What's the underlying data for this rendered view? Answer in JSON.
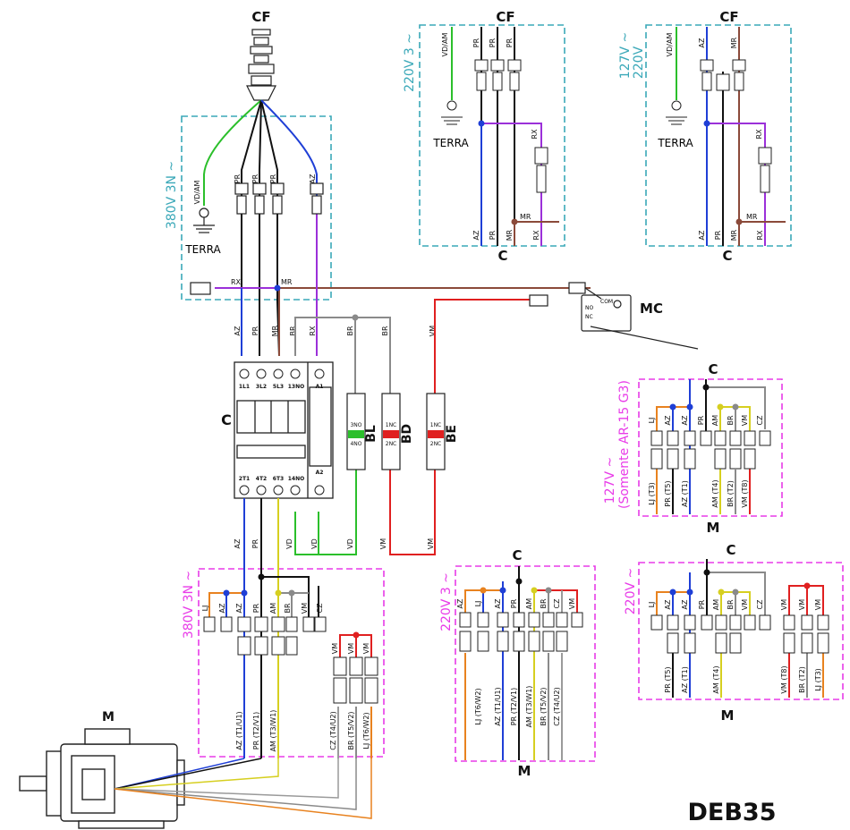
{
  "doc_title": "DEB35",
  "colors": {
    "az": "#1f3fd6",
    "pr": "#111111",
    "mr": "#8b4a3a",
    "rx": "#9b30d9",
    "vd_am": "#2bbf2b",
    "am": "#d6cf20",
    "br": "#8a8a8a",
    "vm": "#e02020",
    "lj": "#e8821f",
    "cz": "#9a9a9a",
    "box_cyan": "#3aa8b8",
    "box_magenta": "#e83be8"
  },
  "labels": {
    "cf": "CF",
    "c": "C",
    "m": "M",
    "mc": "MC",
    "bl": "BL",
    "bd": "BD",
    "be": "BE",
    "terra": "TERRA",
    "com": "COM",
    "no": "NO",
    "nc": "NC",
    "a1": "A1",
    "a2": "A2",
    "1l1": "1L1",
    "3l2": "3L2",
    "5l3": "5L3",
    "13no": "13NO",
    "2t1": "2T1",
    "4t2": "4T2",
    "6t3": "6T3",
    "14no": "14NO",
    "3no": "3NO",
    "4no": "4NO",
    "1nc": "1NC",
    "2nc": "2NC"
  },
  "wires": {
    "vd_am": "VD/AM",
    "pr": "PR",
    "az": "AZ",
    "mr": "MR",
    "rx": "RX",
    "br": "BR",
    "vm": "VM",
    "vd": "VD",
    "lj": "LJ",
    "am": "AM",
    "cz": "CZ"
  },
  "voltages": {
    "v380": "380V 3N ~",
    "v220_3": "220V 3 ~",
    "v127": "127V ~",
    "v220": "220V ~",
    "v220_top": "220V",
    "v127_note": "(Somente AR-15 G3)"
  },
  "motor_leads_380": [
    "AZ (T1/U1)",
    "PR (T2/V1)",
    "AM (T3/W1)",
    "CZ (T4/U2)",
    "BR (T5/V2)",
    "LJ (T6/W2)"
  ],
  "motor_leads_220_3": [
    "LJ (T6/W2)",
    "AZ (T1/U1)",
    "PR (T2/V1)",
    "AM (T3/W1)",
    "BR (T5/V2)",
    "CZ (T4/U2)"
  ],
  "motor_leads_127": [
    "LJ (T3)",
    "PR (T5)",
    "AZ (T1)",
    "AM (T4)",
    "BR (T2)",
    "VM (T8)"
  ],
  "motor_leads_220": [
    "PR (T5)",
    "AZ (T1)",
    "AM (T4)",
    "VM (T8)",
    "BR (T2)",
    "LJ (T3)"
  ]
}
